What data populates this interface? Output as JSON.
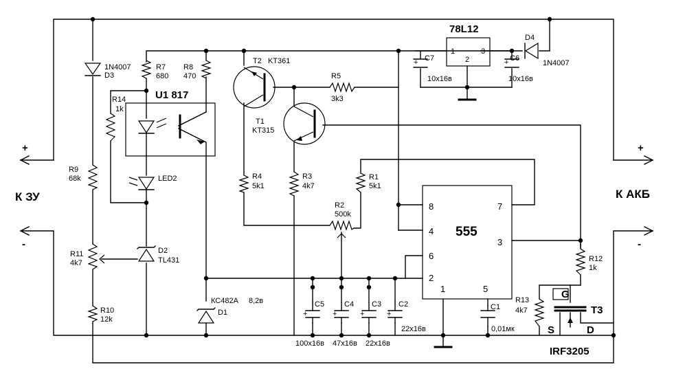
{
  "left_terminal": {
    "label": "К ЗУ",
    "plus": "+",
    "minus": "-"
  },
  "right_terminal": {
    "label": "К АКБ",
    "plus": "+",
    "minus": "-"
  },
  "regulator": {
    "name": "78L12",
    "pin1": "1",
    "pin2": "2",
    "pin3": "3"
  },
  "timer": {
    "name": "555",
    "pin1": "1",
    "pin2": "2",
    "pin3": "3",
    "pin4": "4",
    "pin5": "5",
    "pin6": "6",
    "pin7": "7",
    "pin8": "8"
  },
  "optocoupler": {
    "name": "U1 817"
  },
  "components": {
    "D3": {
      "type": "1N4007",
      "ref": "D3"
    },
    "D4": {
      "ref": "D4",
      "type": "1N4007"
    },
    "R7": {
      "ref": "R7",
      "value": "680"
    },
    "R8": {
      "ref": "R8",
      "value": "470"
    },
    "R14": {
      "ref": "R14",
      "value": "1k"
    },
    "R9": {
      "ref": "R9",
      "value": "68k"
    },
    "R11": {
      "ref": "R11",
      "value": "4k7"
    },
    "R10": {
      "ref": "R10",
      "value": "12k"
    },
    "LED2": {
      "ref": "LED2"
    },
    "D2": {
      "ref": "D2",
      "type": "TL431"
    },
    "T2": {
      "ref": "T2",
      "type": "KT361"
    },
    "T1": {
      "ref": "T1",
      "type": "KT315"
    },
    "R5": {
      "ref": "R5",
      "value": "3k3"
    },
    "R4": {
      "ref": "R4",
      "value": "5k1"
    },
    "R3": {
      "ref": "R3",
      "value": "4k7"
    },
    "R1": {
      "ref": "R1",
      "value": "5k1"
    },
    "R2": {
      "ref": "R2",
      "value": "500k"
    },
    "D1": {
      "type": "КС482А",
      "voltage": "8,2в",
      "ref": "D1"
    },
    "C5": {
      "ref": "C5",
      "value": "100x16в"
    },
    "C4": {
      "ref": "C4",
      "value": "47x16в"
    },
    "C3": {
      "ref": "C3",
      "value": "22x16в"
    },
    "C2": {
      "ref": "C2",
      "value": "22x16в"
    },
    "C1": {
      "ref": "C1",
      "value": "0,01мк"
    },
    "C7": {
      "ref": "C7",
      "value": "10x16в"
    },
    "C6": {
      "ref": "C6",
      "value": "10x16в"
    },
    "R12": {
      "ref": "R12",
      "value": "1k"
    },
    "R13": {
      "ref": "R13",
      "value": "4k7"
    },
    "T3": {
      "ref": "T3",
      "type": "IRF3205",
      "pin_g": "G",
      "pin_s": "S",
      "pin_d": "D"
    }
  },
  "polarity": {
    "plus": "+"
  }
}
